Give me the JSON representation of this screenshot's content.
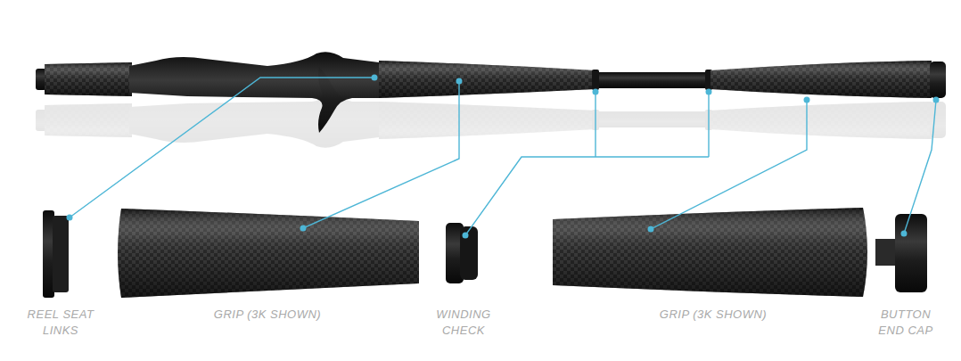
{
  "diagram": {
    "labels": [
      "REEL SEAT LINKS",
      "GRIP (3K SHOWN)",
      "WINDING CHECK",
      "GRIP (3K SHOWN)",
      "BUTTON END CAP"
    ]
  }
}
